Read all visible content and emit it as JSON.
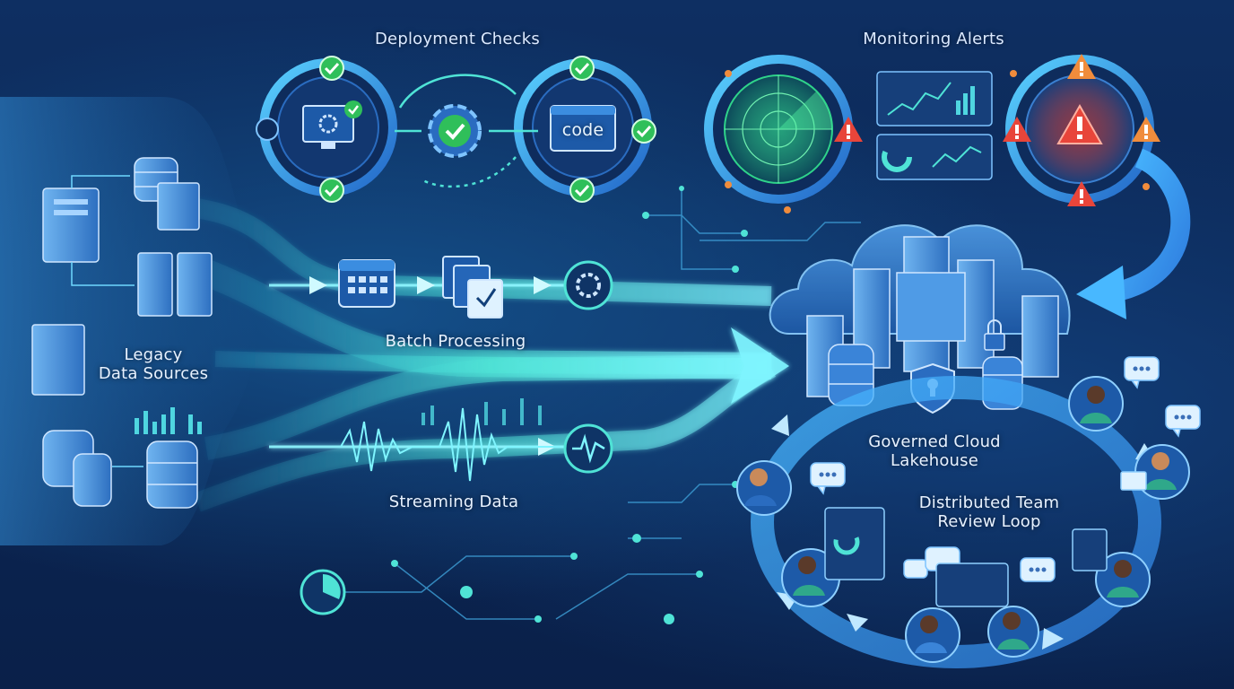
{
  "labels": {
    "deployment_checks": "Deployment Checks",
    "monitoring_alerts": "Monitoring Alerts",
    "legacy_line1": "Legacy",
    "legacy_line2": "Data Sources",
    "batch_processing": "Batch Processing",
    "streaming_data": "Streaming Data",
    "lakehouse_line1": "Governed Cloud",
    "lakehouse_line2": "Lakehouse",
    "team_line1": "Distributed Team",
    "team_line2": "Review Loop",
    "code": "code"
  },
  "colors": {
    "background": "#0b2450",
    "flow_cyan": "#4fe3d6",
    "ring_blue": "#3aa0e8",
    "check_green": "#2fbf5a",
    "alert_red": "#f0503c",
    "alert_orange": "#f08c3c",
    "accent_teal": "#38c8d8"
  }
}
